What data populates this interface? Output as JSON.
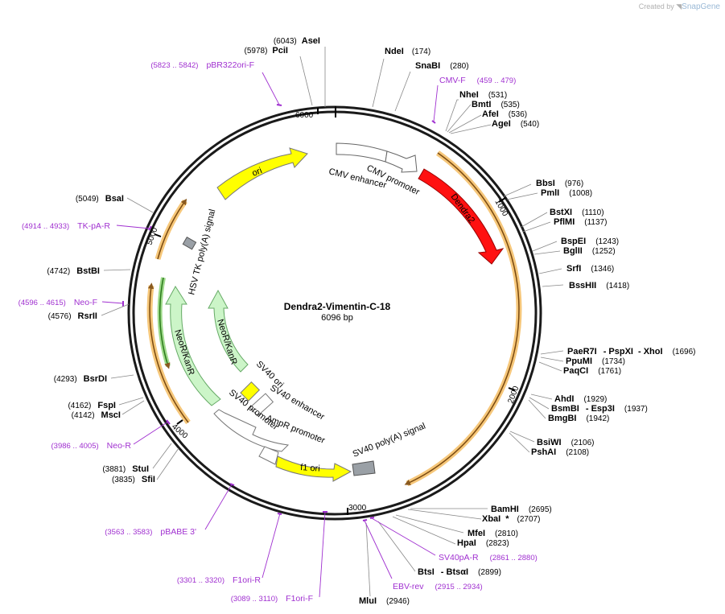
{
  "brand": {
    "created_by": "Created by",
    "name": "SnapGene"
  },
  "plasmid": {
    "name": "Dendra2-Vimentin-C-18",
    "size": "6096 bp"
  },
  "ticks": [
    "1000",
    "2000",
    "3000",
    "4000",
    "5000",
    "6000"
  ],
  "features": [
    {
      "label": "CMV enhancer"
    },
    {
      "label": "CMV promoter"
    },
    {
      "label": "Dendra2"
    },
    {
      "label": "ori"
    },
    {
      "label": "HSV TK poly(A) signal"
    },
    {
      "label": "NeoR/KanR"
    },
    {
      "label": "NeoR/KanR"
    },
    {
      "label": "SV40 ori"
    },
    {
      "label": "SV40 enhancer"
    },
    {
      "label": "SV40 promoter"
    },
    {
      "label": "AmpR promoter"
    },
    {
      "label": "f1 ori"
    },
    {
      "label": "SV40 poly(A) signal"
    }
  ],
  "enzymes": [
    {
      "name": "AseI",
      "pos": "(6043)"
    },
    {
      "name": "PciI",
      "pos": "(5978)"
    },
    {
      "name": "NdeI",
      "pos": "(174)"
    },
    {
      "name": "SnaBI",
      "pos": "(280)"
    },
    {
      "name": "NheI",
      "pos": "(531)"
    },
    {
      "name": "BmtI",
      "pos": "(535)"
    },
    {
      "name": "AfeI",
      "pos": "(536)"
    },
    {
      "name": "AgeI",
      "pos": "(540)"
    },
    {
      "name": "BbsI",
      "pos": "(976)"
    },
    {
      "name": "PmlI",
      "pos": "(1008)"
    },
    {
      "name": "BstXI",
      "pos": "(1110)"
    },
    {
      "name": "PflMI",
      "pos": "(1137)"
    },
    {
      "name": "BspEI",
      "pos": "(1243)"
    },
    {
      "name": "BglII",
      "pos": "(1252)"
    },
    {
      "name": "SrfI",
      "pos": "(1346)"
    },
    {
      "name": "BssHII",
      "pos": "(1418)"
    },
    {
      "name": "PaeR7I",
      "name2": "- PspXI",
      "name3": "- XhoI",
      "pos": "(1696)"
    },
    {
      "name": "PpuMI",
      "pos": "(1734)"
    },
    {
      "name": "PaqCI",
      "pos": "(1761)"
    },
    {
      "name": "AhdI",
      "pos": "(1929)"
    },
    {
      "name": "BsmBI",
      "name2": "- Esp3I",
      "pos": "(1937)"
    },
    {
      "name": "BmgBI",
      "pos": "(1942)"
    },
    {
      "name": "BsiWI",
      "pos": "(2106)"
    },
    {
      "name": "PshAI",
      "pos": "(2108)"
    },
    {
      "name": "BamHI",
      "pos": "(2695)"
    },
    {
      "name": "XbaI",
      "name2": "*",
      "pos": "(2707)"
    },
    {
      "name": "MfeI",
      "pos": "(2810)"
    },
    {
      "name": "HpaI",
      "pos": "(2823)"
    },
    {
      "name": "BtsI",
      "name2": "- BtsαI",
      "pos": "(2899)"
    },
    {
      "name": "MluI",
      "pos": "(2946)"
    },
    {
      "name": "BsaI",
      "pos": "(5049)"
    },
    {
      "name": "BstBI",
      "pos": "(4742)"
    },
    {
      "name": "RsrII",
      "pos": "(4576)"
    },
    {
      "name": "BsrDI",
      "pos": "(4293)"
    },
    {
      "name": "FspI",
      "pos": "(4162)"
    },
    {
      "name": "MscI",
      "pos": "(4142)"
    },
    {
      "name": "StuI",
      "pos": "(3881)"
    },
    {
      "name": "SfiI",
      "pos": "(3835)"
    }
  ],
  "primers": [
    {
      "name": "pBR322ori-F",
      "range": "(5823 .. 5842)"
    },
    {
      "name": "CMV-F",
      "range": "(459 .. 479)"
    },
    {
      "name": "TK-pA-R",
      "range": "(4914 .. 4933)"
    },
    {
      "name": "Neo-F",
      "range": "(4596 .. 4615)"
    },
    {
      "name": "Neo-R",
      "range": "(3986 .. 4005)"
    },
    {
      "name": "pBABE 3'",
      "range": "(3563 .. 3583)"
    },
    {
      "name": "F1ori-R",
      "range": "(3301 .. 3320)"
    },
    {
      "name": "F1ori-F",
      "range": "(3089 .. 3110)"
    },
    {
      "name": "EBV-rev",
      "range": "(2915 .. 2934)"
    },
    {
      "name": "SV40pA-R",
      "range": "(2861 .. 2880)"
    }
  ],
  "colors": {
    "backbone": "#1a1a1a",
    "cds_red": "#ff1111",
    "ori_yellow": "#ffff00",
    "neo_green": "#ccf5c8",
    "promoter": "#ffffff",
    "polyA": "#9aa0a6",
    "primer": "#a030d0",
    "orf_orange": "#f0b060"
  }
}
